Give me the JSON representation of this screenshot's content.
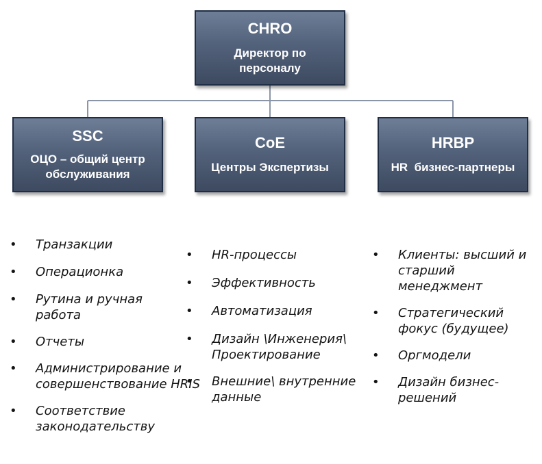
{
  "top": {
    "code": "CHRO",
    "desc": "Директор по персоналу"
  },
  "units": [
    {
      "code": "SSC",
      "desc": "ОЦО – общий центр обслуживания",
      "items": [
        "Транзакции",
        "Операционка",
        "Рутина и ручная работа",
        "Отчеты",
        "Администрирование и совершенствование HRIS",
        "Соответствие законодательству"
      ]
    },
    {
      "code": "CoE",
      "desc": "Центры Экспертизы",
      "items": [
        "HR-процессы",
        "Эффективность",
        "Автоматизация",
        "Дизайн \\Инженерия\\ Проектирование",
        "Внешние\\ внутренние данные"
      ]
    },
    {
      "code": "HRBP",
      "desc": "HR  бизнес-партнеры",
      "items": [
        "Клиенты: высший и старший менеджмент",
        "Стратегический фокус (будущее)",
        "Оргмодели",
        "Дизайн бизнес-решений"
      ]
    }
  ],
  "colors": {
    "box_fill": "#53627b",
    "box_border": "#1f2d45",
    "connector": "#8a96a8",
    "text": "#141414"
  }
}
